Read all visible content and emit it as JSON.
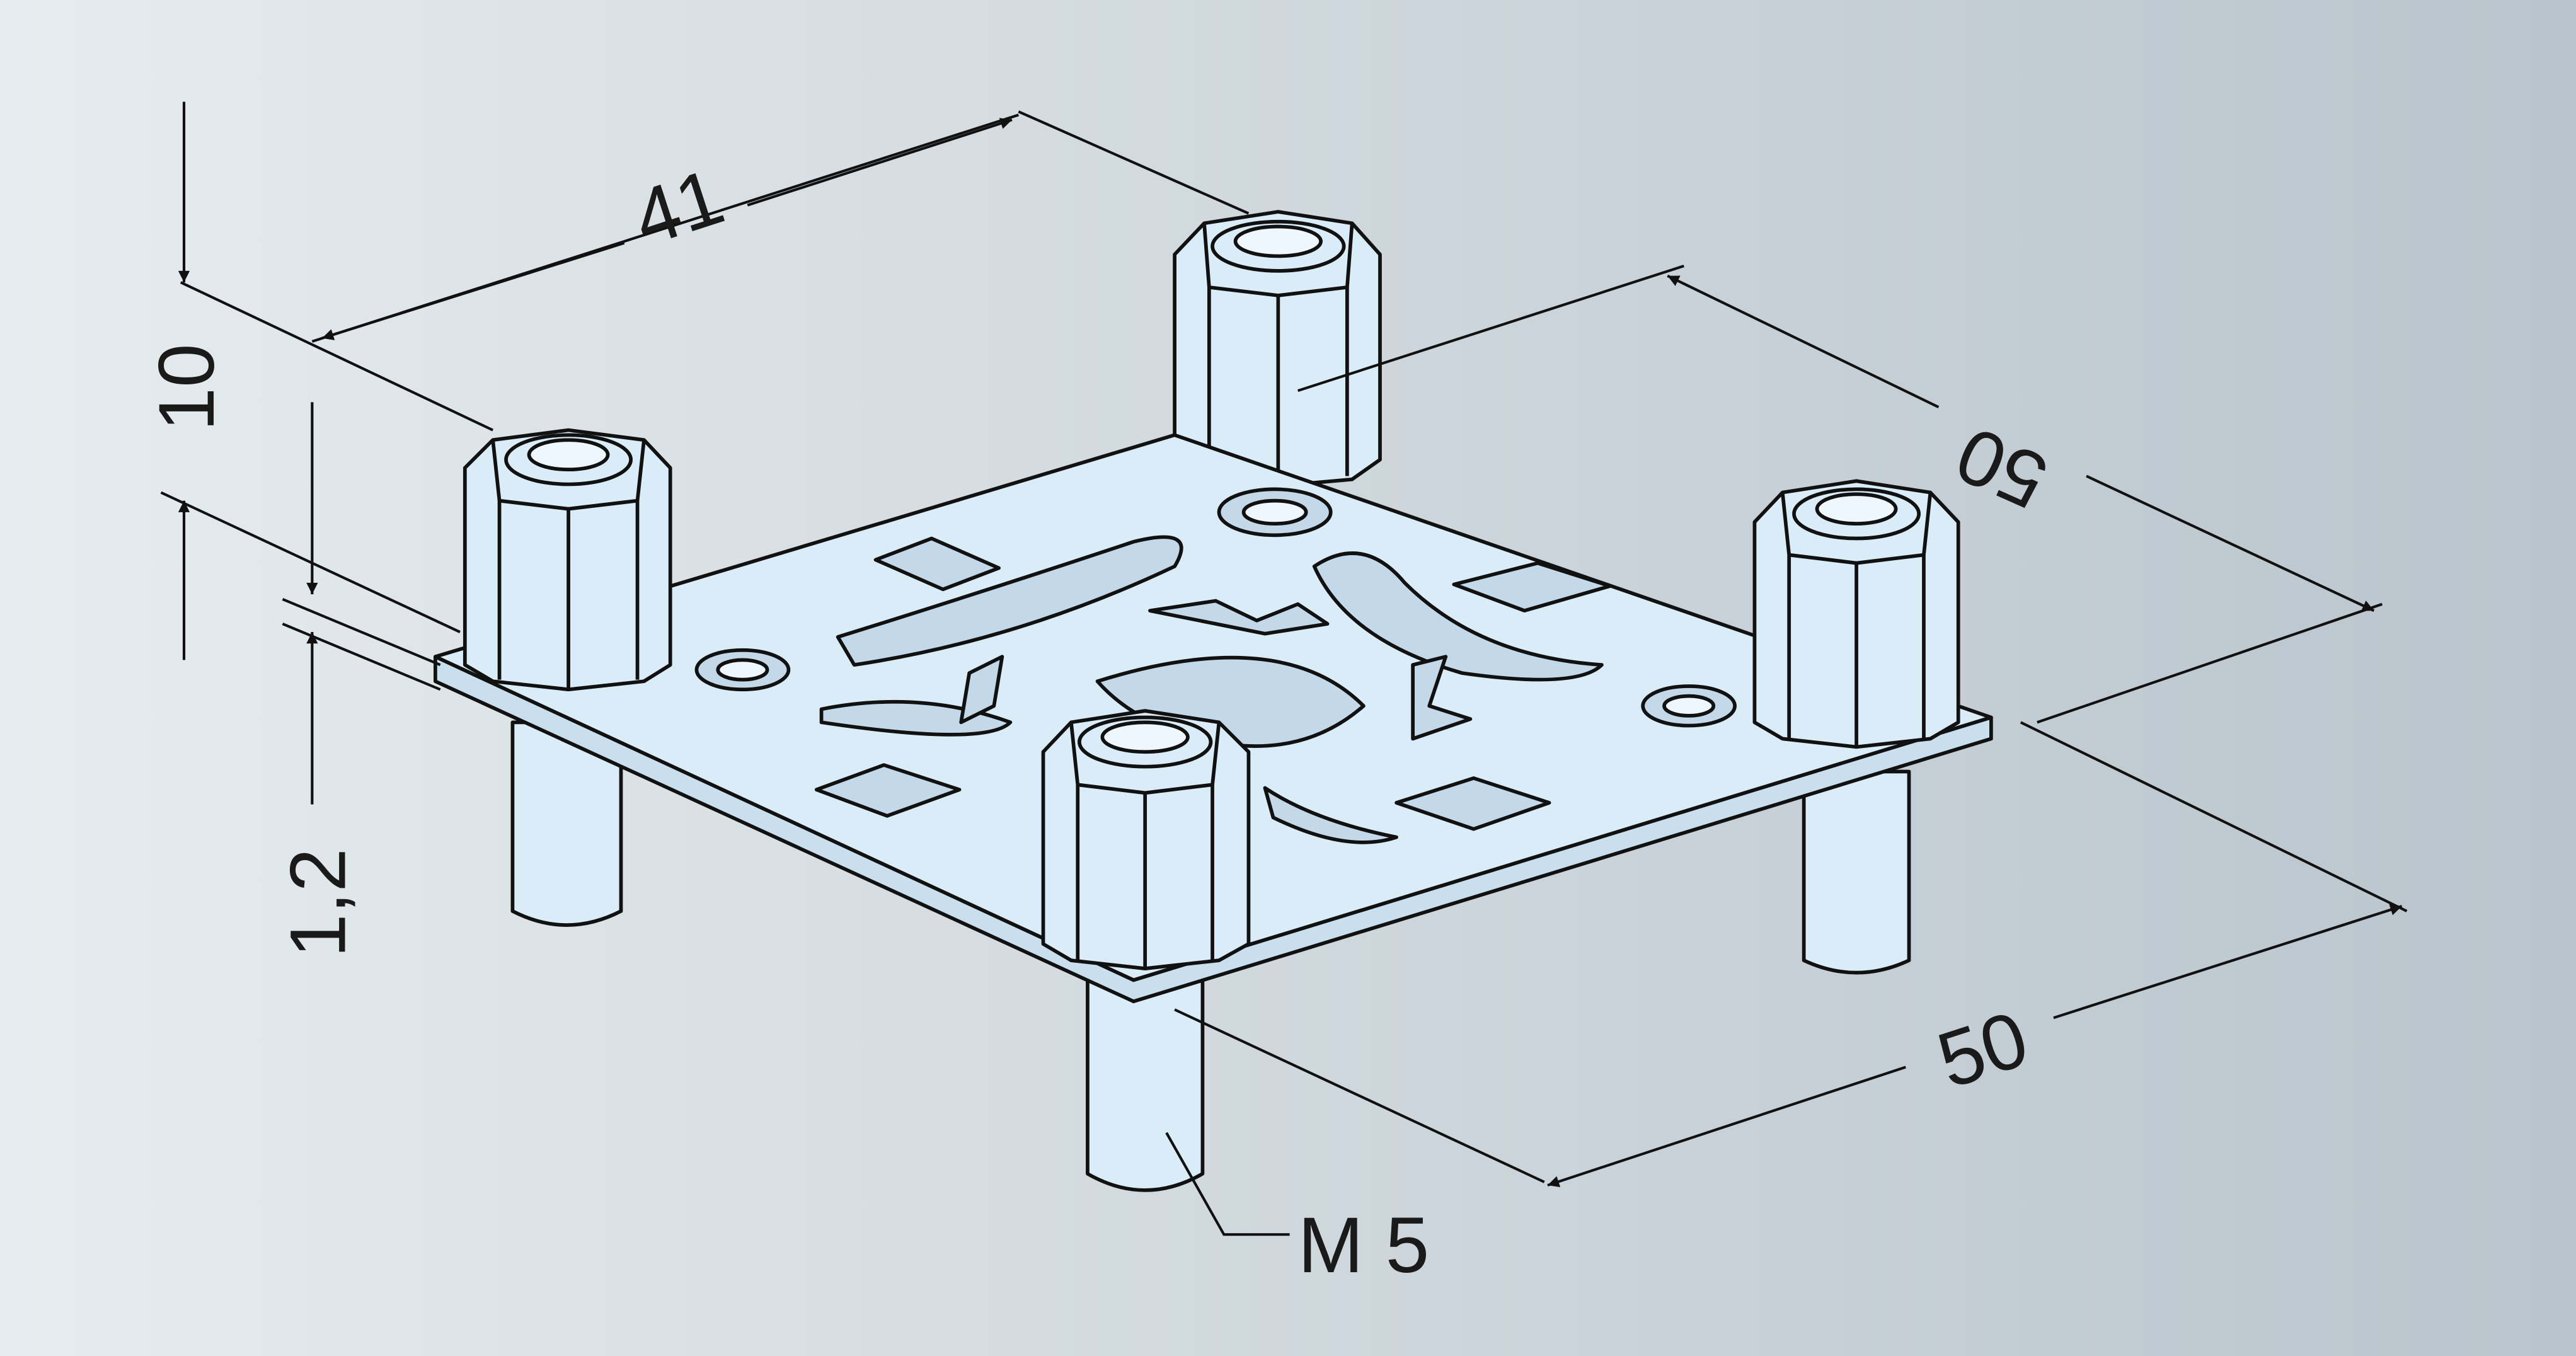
{
  "drawing": {
    "background": {
      "left": "#e6ecef",
      "right": "#b9c4cc"
    },
    "part_fill": "#d9ecf8",
    "line_color": "#111111"
  },
  "dimensions": {
    "width_top": "41",
    "depth_right": "50",
    "depth_front": "50",
    "pillar_height": "10",
    "plate_thickness": "1,2",
    "thread": "M 5"
  }
}
